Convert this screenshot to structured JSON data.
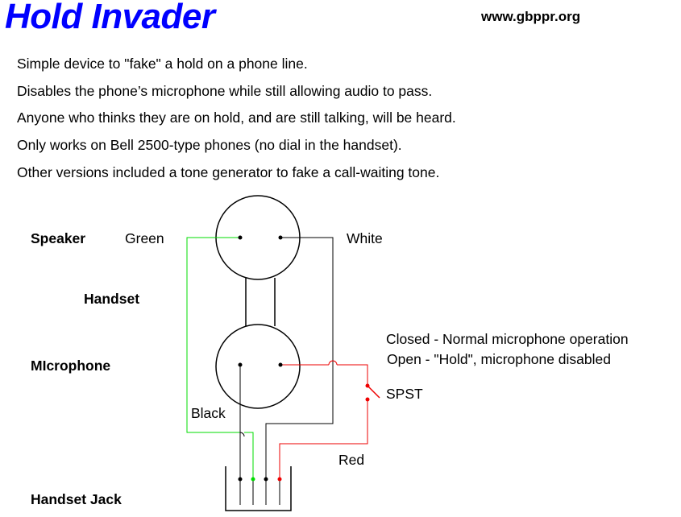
{
  "header": {
    "title": "Hold Invader",
    "website": "www.gbppr.org"
  },
  "description": [
    "Simple device to \"fake\" a hold on a phone line.",
    "Disables the phone’s microphone while still allowing audio to pass.",
    "Anyone who thinks they are on hold, and are still talking, will be heard.",
    "Only works on Bell 2500-type phones (no dial in the handset).",
    "Other versions included a tone generator to fake a call-waiting tone."
  ],
  "diagram": {
    "speaker_label": "Speaker",
    "handset_label": "Handset",
    "microphone_label": "MIcrophone",
    "handset_jack_label": "Handset Jack",
    "wire_green": "Green",
    "wire_white": "White",
    "wire_black": "Black",
    "wire_red": "Red",
    "switch_label": "SPST",
    "switch_closed_note": "Closed - Normal microphone operation",
    "switch_open_note": "Open - \"Hold\", microphone disabled",
    "colors": {
      "title": "#0000ff",
      "green_wire": "#00dd00",
      "red_wire": "#ee0000",
      "black_wire": "#000000"
    }
  }
}
